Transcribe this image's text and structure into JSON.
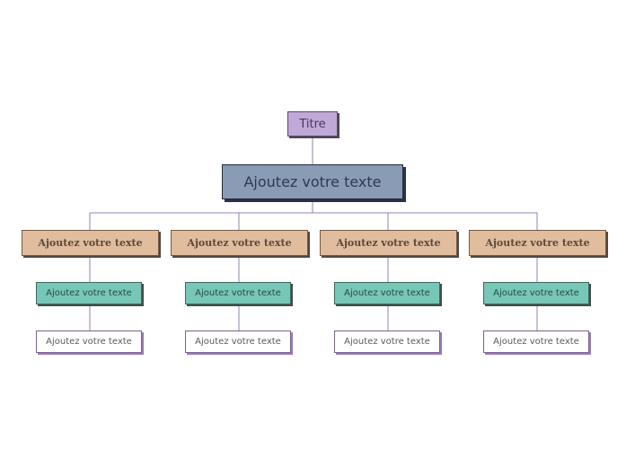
{
  "diagram": {
    "title": "Titre",
    "main": "Ajoutez votre texte",
    "branches": [
      {
        "category": "Ajoutez votre texte",
        "sub": "Ajoutez votre texte",
        "leaf": "Ajoutez votre texte"
      },
      {
        "category": "Ajoutez votre texte",
        "sub": "Ajoutez votre texte",
        "leaf": "Ajoutez votre texte"
      },
      {
        "category": "Ajoutez votre texte",
        "sub": "Ajoutez votre texte",
        "leaf": "Ajoutez votre texte"
      },
      {
        "category": "Ajoutez votre texte",
        "sub": "Ajoutez votre texte",
        "leaf": "Ajoutez votre texte"
      }
    ]
  },
  "colors": {
    "title_fill": "#c0a8d8",
    "main_fill": "#8a9bb6",
    "category_fill": "#e2bd9d",
    "sub_fill": "#76c7b5",
    "leaf_fill": "#ffffff",
    "connector": "#9b7ac8"
  }
}
